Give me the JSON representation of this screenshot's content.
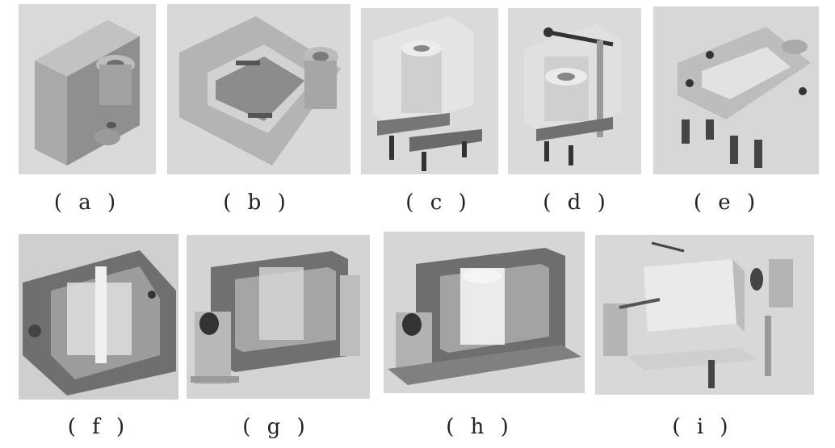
{
  "figure": {
    "panels": [
      {
        "id": "a",
        "caption": "( a )"
      },
      {
        "id": "b",
        "caption": "( b )"
      },
      {
        "id": "c",
        "caption": "( c )"
      },
      {
        "id": "d",
        "caption": "( d )"
      },
      {
        "id": "e",
        "caption": "( e )"
      },
      {
        "id": "f",
        "caption": "( f )"
      },
      {
        "id": "g",
        "caption": "( g )"
      },
      {
        "id": "h",
        "caption": "( h )"
      },
      {
        "id": "i",
        "caption": "( i )"
      }
    ]
  }
}
